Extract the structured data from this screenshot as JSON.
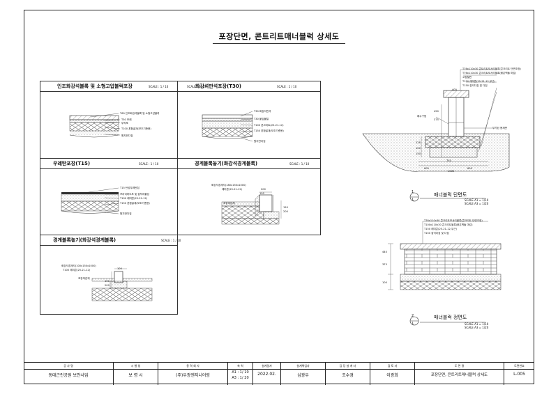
{
  "sheet_title": "포장단면, 콘트리트매너블럭 상세도",
  "panels": [
    {
      "title": "인조화강석블록 및 소형고압블럭포장",
      "scale": "SCALE : 1 / 10",
      "labels": [
        "T60 인조화강석블록 및 소형고압블럭",
        "T50 모래",
        "부직포",
        "T100 혼합골재(보조기층용)",
        "원지반다짐"
      ]
    },
    {
      "title": "화강석판석포장(T30)",
      "scale": "SCALE : 1 / 10",
      "labels": [
        "T30 화강석판석",
        "T30 붙임몰탈",
        "T100 콘크리트(25-21-12)",
        "T150 혼합골재(보조기층용)",
        "원지반다짐"
      ]
    },
    {
      "title": "우레탄포장(T15)",
      "scale": "SCALE : 1 / 10",
      "labels": [
        "T15 탄성우레탄칩",
        "프라이머도포 및 접착제붙임",
        "T100 레미콘(25-21-12)",
        "T150 혼합골재(보조기층용)",
        "원지반다짐"
      ]
    },
    {
      "title": "경계블록놓기(화강석경계블록)",
      "scale": "SCALE : 1 / 10",
      "labels": [
        "화강석경계석(180x150x1000)",
        "레미콘(25-21-12)",
        "포장마감재",
        "200",
        "100",
        "150",
        "200"
      ]
    },
    {
      "title": "경계블록놓기(화강석경계블록)",
      "scale": "SCALE : 1 / 10",
      "labels": [
        "화강석경계석(100x150x1000)",
        "T100 레미콘(25-21-12)",
        "포장마감재",
        "100",
        "150",
        "200"
      ]
    }
  ],
  "manner": {
    "section": {
      "number": "1",
      "sheet": "L",
      "title": "매너블럭 단면도",
      "scale_a1": "SCALE A1 = 1/10",
      "scale_a3": "SCALE A3 = 1/20",
      "labels": [
        "T76x110x30 콘트리트모서리블록(콘크리트 단면조정)",
        "T76x110x30 콘크리트모서리블록(붉은벽돌 마감)",
        "고정철판",
        "T150 레미콘(25-21-12,무근)",
        "T150 잡석다짐 및 다짐",
        "배수구멍",
        "부가된 용재판"
      ],
      "dims": [
        "450",
        "375",
        "225",
        "100",
        "150",
        "750",
        "600",
        "600",
        "1000",
        "400"
      ]
    },
    "elevation": {
      "number": "2",
      "sheet": "L",
      "title": "매너블럭 정면도",
      "scale_a1": "SCALE A1 = 1/10",
      "scale_a3": "SCALE A3 = 1/20",
      "labels": [
        "T76x110x30 콘크리트모서리블록(콘크리트 단면조정)",
        "T100x110x30 콘크리트블록(붉은벽돌 마감)",
        "T150 레미콘(25-21-12,무근)",
        "T150 잡석다짐 및 다짐"
      ],
      "dims": [
        "440",
        "375",
        "100"
      ]
    }
  },
  "title_block": {
    "cells": [
      {
        "h": "공 사 명",
        "v": "동대근린공원 보안사업"
      },
      {
        "h": "시 행 청",
        "v": "보 령 시"
      },
      {
        "h": "용 역 회 사",
        "v": "(주)우광엔지니어링"
      },
      {
        "h": "축 척",
        "v": "A1 : 1/ 10",
        "v2": "A3 : 1/ 20"
      },
      {
        "h": "설계일자",
        "v": "2022.02."
      },
      {
        "h": "설계책임자",
        "v": "심광우"
      },
      {
        "h": "담 당 설 계 자",
        "v": "조수경"
      },
      {
        "h": "검 토 자",
        "v": "이광희"
      },
      {
        "h": "도 면 명",
        "v": "포장단면, 콘트리트매너블럭 상세도"
      },
      {
        "h": "도면번호",
        "v": "L-005"
      }
    ]
  }
}
